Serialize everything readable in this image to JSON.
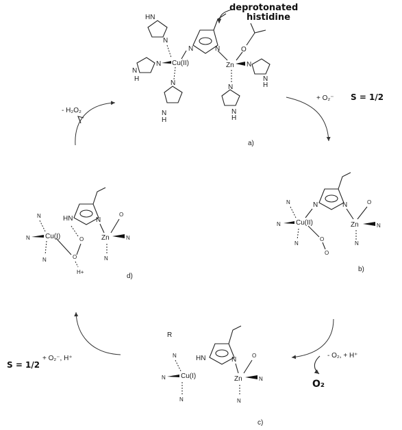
{
  "annotations": {
    "deprotonated": "deprotonated",
    "histidine": "histidine",
    "spin_label_top": "S = 1/2",
    "spin_label_bottom": "S = 1/2",
    "o2_released": "O₂"
  },
  "atoms": {
    "N": "N",
    "HN": "HN",
    "H": "H",
    "O": "O",
    "H_plus": "H+",
    "cu2": "Cu(II)",
    "cu1": "Cu(I)",
    "zn": "Zn",
    "R": "R"
  },
  "arrows": {
    "a_to_b": "+ O₂⁻",
    "b_to_c": "- O₂, + H⁺",
    "c_to_d": "+ O₂⁻, H⁺",
    "d_to_a": "- H₂O₂"
  },
  "structure_labels": {
    "a": "a)",
    "b": "b)",
    "c": "c)",
    "d": "d)"
  }
}
